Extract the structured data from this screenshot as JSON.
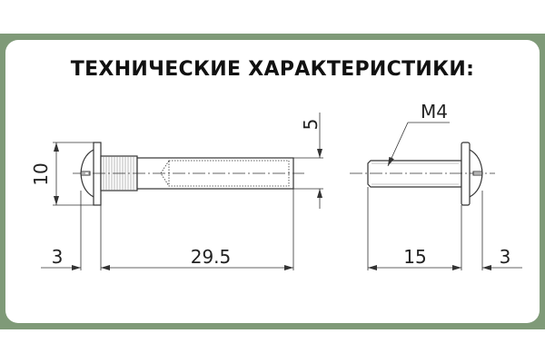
{
  "title": "ТЕХНИЧЕСКИЕ ХАРАКТЕРИСТИКИ:",
  "colors": {
    "frame": "#7f9a78",
    "line": "#333333"
  },
  "dimensions": {
    "head_diameter": "10",
    "shaft_diameter": "5",
    "head_thickness_left": "3",
    "sleeve_length": "29.5",
    "thread": "M4",
    "screw_length": "15",
    "head_thickness_right": "3"
  }
}
